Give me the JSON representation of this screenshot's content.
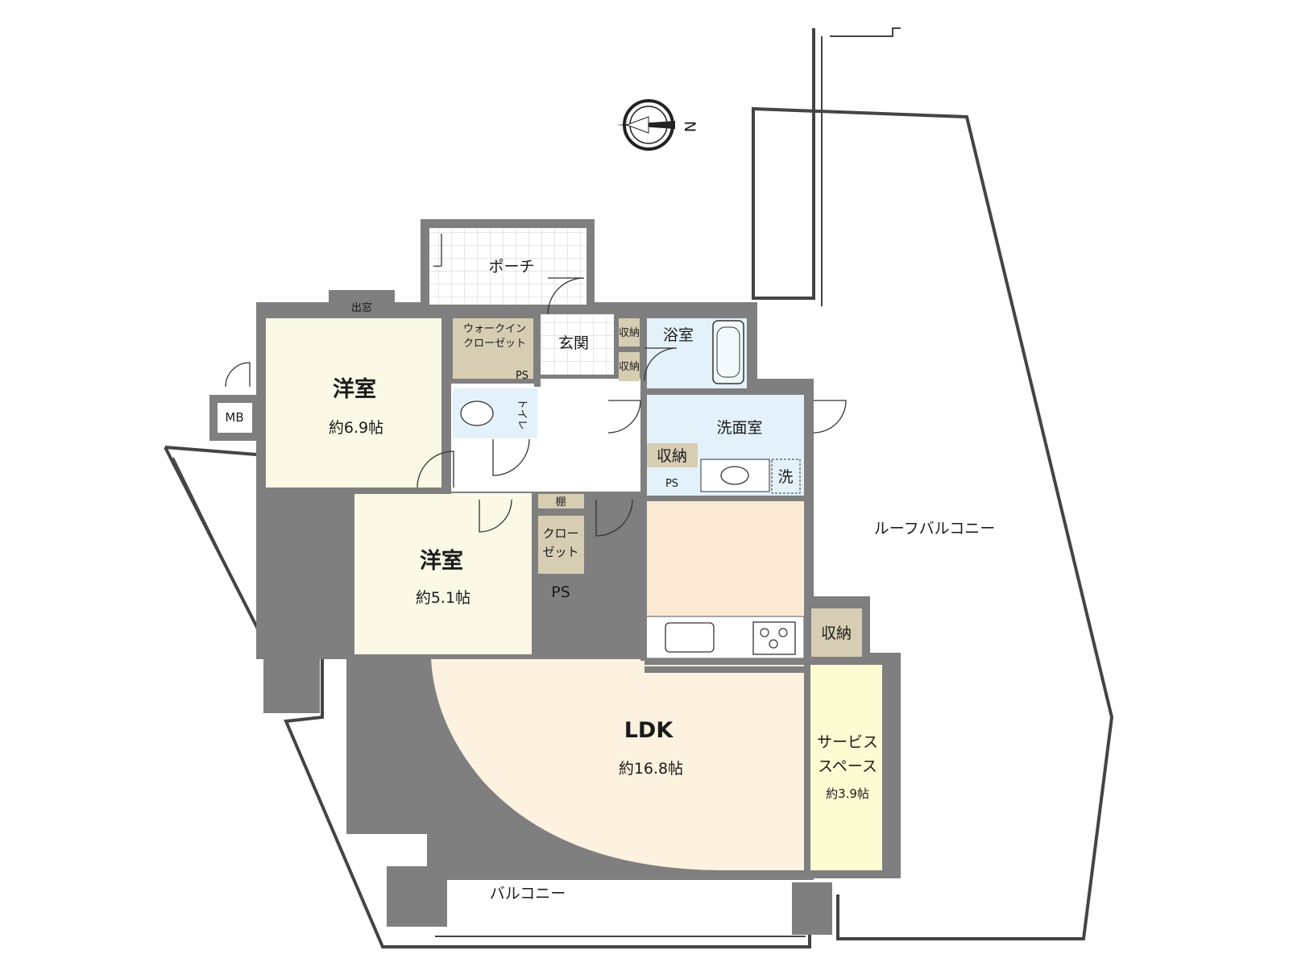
{
  "compass": {
    "north_label": "N"
  },
  "rooms": {
    "western_room_1": {
      "name": "洋室",
      "area": "約6.9帖"
    },
    "western_room_2": {
      "name": "洋室",
      "area": "約5.1帖"
    },
    "ldk": {
      "name": "LDK",
      "area": "約16.8帖"
    },
    "service_space": {
      "name_line1": "サービス",
      "name_line2": "スペース",
      "area": "約3.9帖"
    },
    "porch": {
      "name": "ポーチ"
    },
    "entrance": {
      "name": "玄関"
    },
    "bathroom": {
      "name": "浴室"
    },
    "washroom": {
      "name": "洗面室"
    },
    "toilet": {
      "name": "トイレ"
    },
    "walk_in_closet": {
      "line1": "ウォークイン",
      "line2": "クローゼット"
    },
    "closet": {
      "line1": "クロー",
      "line2": "ゼット"
    },
    "roof_balcony": {
      "name": "ルーフバルコニー"
    },
    "balcony": {
      "name": "バルコニー"
    }
  },
  "small_labels": {
    "bay_window": "出窓",
    "meter_box": "MB",
    "ps_wic": "PS",
    "ps_wash": "PS",
    "ps_closet": "PS",
    "storage_entrance_1": "収納",
    "storage_entrance_2": "収納",
    "storage_wash": "収納",
    "storage_service": "収納",
    "shelf": "棚",
    "washer": "洗"
  },
  "colors": {
    "wall": "#7f7f7f",
    "western_room": "#fbf8e6",
    "ldk": "#fdf1df",
    "kitchen": "#fbe9d3",
    "wet_area": "#e3f1fa",
    "storage": "#d7cdb3",
    "service_space": "#fdfbd2",
    "tile": "#dcdcdc"
  }
}
